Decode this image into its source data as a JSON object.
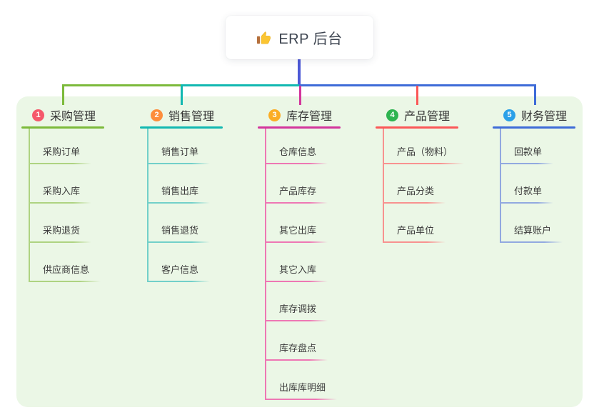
{
  "root": {
    "label": "ERP 后台",
    "icon": "thumbs-up"
  },
  "palette": {
    "stem_color": "#4c58d6",
    "panel_bg": "#ebf7e6"
  },
  "branches": [
    {
      "number": "1",
      "title": "采购管理",
      "badge_color": "#f5596b",
      "line_color": "#7cba3b",
      "light_color": "#aed381",
      "children": [
        "采购订单",
        "采购入库",
        "采购退货",
        "供应商信息"
      ]
    },
    {
      "number": "2",
      "title": "销售管理",
      "badge_color": "#fd8e3c",
      "line_color": "#12b8b1",
      "light_color": "#72d0c9",
      "children": [
        "销售订单",
        "销售出库",
        "销售退货",
        "客户信息"
      ]
    },
    {
      "number": "3",
      "title": "库存管理",
      "badge_color": "#fbad24",
      "line_color": "#d3359c",
      "light_color": "#ee77b4",
      "children": [
        "仓库信息",
        "产品库存",
        "其它出库",
        "其它入库",
        "库存调拨",
        "库存盘点",
        "出库库明细"
      ]
    },
    {
      "number": "4",
      "title": "产品管理",
      "badge_color": "#2eb450",
      "line_color": "#fb5757",
      "light_color": "#f89290",
      "children": [
        "产品（物料）",
        "产品分类",
        "产品单位"
      ]
    },
    {
      "number": "5",
      "title": "财务管理",
      "badge_color": "#2ba0e8",
      "line_color": "#3e6bd8",
      "light_color": "#92a9e0",
      "children": [
        "回款单",
        "付款单",
        "结算账户"
      ]
    }
  ]
}
